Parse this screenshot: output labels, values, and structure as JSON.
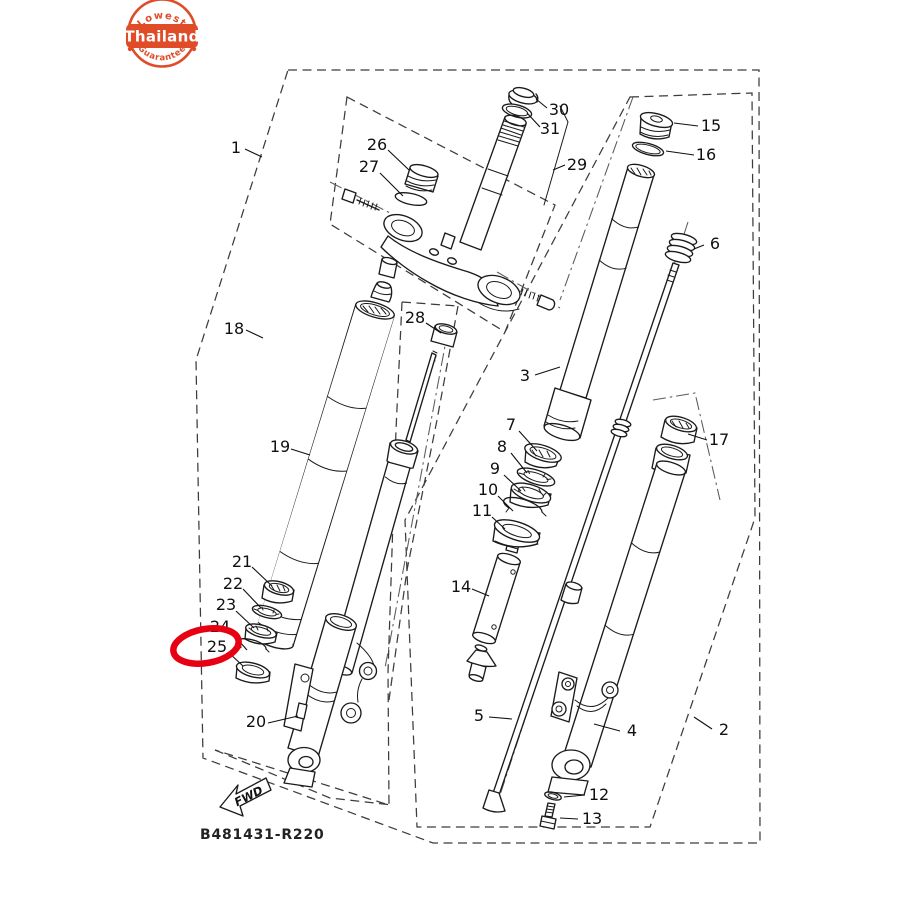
{
  "badge": {
    "arc_top": "Lowest",
    "center": "Thailand",
    "arc_bottom": "Guarantee",
    "color": "#e04b28"
  },
  "diagram": {
    "part_code": "B481431-R220",
    "fwd_label": "FWD",
    "highlight_color": "#e60012",
    "callouts": {
      "n1": "1",
      "n2": "2",
      "n3": "3",
      "n4": "4",
      "n5": "5",
      "n6": "6",
      "n7": "7",
      "n8": "8",
      "n9": "9",
      "n10": "10",
      "n11": "11",
      "n12": "12",
      "n13": "13",
      "n14": "14",
      "n15": "15",
      "n16": "16",
      "n17": "17",
      "n18": "18",
      "n19": "19",
      "n20": "20",
      "n21": "21",
      "n22": "22",
      "n23": "23",
      "n24": "24",
      "n25": "25",
      "n26": "26",
      "n27": "27",
      "n28": "28",
      "n29": "29",
      "n30": "30",
      "n31": "31"
    }
  }
}
